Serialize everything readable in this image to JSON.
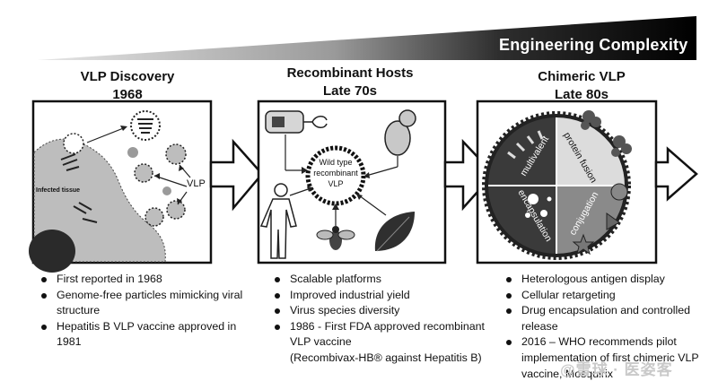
{
  "banner": {
    "title": "Engineering Complexity"
  },
  "stages": [
    {
      "title": "VLP Discovery",
      "year": "1968",
      "labels": {
        "infected_tissue": "Infected tissue",
        "vlp": "VLP"
      },
      "bullets": [
        "First reported in 1968",
        "Genome-free particles mimicking viral structure",
        "Hepatitis B VLP vaccine approved in 1981"
      ]
    },
    {
      "title": "Recombinant Hosts",
      "year": "Late 70s",
      "labels": {
        "center_line1": "Wild type",
        "center_line2": "recombinant",
        "center_line3": "VLP"
      },
      "bullets": [
        "Scalable platforms",
        "Improved industrial yield",
        "Virus species diversity",
        "1986 - First FDA approved recombinant VLP vaccine",
        "(Recombivax-HB® against Hepatitis B)"
      ]
    },
    {
      "title": "Chimeric VLP",
      "year": "Late 80s",
      "labels": {
        "q1": "multivalent",
        "q2": "protein fusion",
        "q3": "encapsulation",
        "q4": "conjugation"
      },
      "bullets": [
        "Heterologous antigen display",
        "Cellular retargeting",
        "Drug encapsulation and controlled release",
        "2016 – WHO recommends pilot implementation of first chimeric VLP vaccine, Mosquirix"
      ]
    }
  ],
  "watermark": "@雪球 · 医姿客",
  "colors": {
    "wedge_dark": "#000000",
    "wedge_light": "#dcdcdc",
    "panel_fill": "#d9d9d9",
    "blob_fill": "#bdbdbd"
  }
}
